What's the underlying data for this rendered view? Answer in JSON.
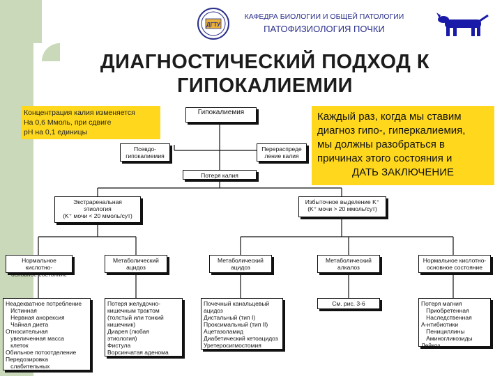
{
  "header": {
    "department": "КАФЕДРА БИОЛОГИИ И ОБЩЕЙ ПАТОЛОГИИ",
    "subtitle": "ПАТОФИЗИОЛОГИЯ ПОЧКИ",
    "logo_text": "ДГТУ"
  },
  "title": {
    "line1": "ДИАГНОСТИЧЕСКИЙ ПОДХОД К",
    "line2": "ГИПОКАЛИЕМИИ"
  },
  "note_left": [
    "Концентрация калия изменяется",
    "На 0,6 Ммоль, при сдвиге",
    "рН на 0,1 единицы"
  ],
  "note_right": [
    "Каждый раз, когда мы ставим",
    "диагноз гипо-, гиперкалиемия,",
    "мы должны разобраться в",
    "причинах этого состояния и",
    "ДАТЬ ЗАКЛЮЧЕНИЕ"
  ],
  "flowchart": {
    "root": "Гипокалиемия",
    "pseudo": [
      "Псевдо-",
      "гипокалиемия"
    ],
    "redistribution": [
      "Перераспреде",
      "ление калия"
    ],
    "loss": "Потеря калия",
    "extrarenal": [
      "Экстраренальная",
      "этиология",
      "(K⁺ мочи < 20 ммоль/сут)"
    ],
    "excess": [
      "Избыточное выделение K⁺",
      "(K⁺ мочи > 20 ммоль/сут)"
    ],
    "level3": [
      [
        "Нормальное кислотно-",
        "основное состояние"
      ],
      [
        "Метаболический",
        "ацидоз"
      ],
      [
        "Метаболический",
        "ацидоз"
      ],
      [
        "Метаболический",
        "алкалоз"
      ],
      [
        "Нормальное кислотно-",
        "основное состояние"
      ]
    ],
    "level4": [
      [
        "Неадекватное потребление",
        "   Истинная",
        "   Нервная анорексия",
        "   Чайная диета",
        "Относительная",
        "   увеличенная масса",
        "   клеток",
        "Обильное потоотделение",
        "Передозировка",
        "   слабительных"
      ],
      [
        "Потеря желудочно-",
        "кишечным трактом",
        "(толстый или тонкий",
        "кишечник)",
        "Диарея (любая",
        "этиология)",
        "Фистула",
        "Ворсинчатая аденома"
      ],
      [
        "Почечный канальцевый",
        "ацидоз",
        "Дистальный (тип I)",
        "Проксимальный (тип II)",
        "Ацетазоламид",
        "Диабетический кетоацидоз",
        "Уретеросигмостомия"
      ],
      [
        "См. рис. 3-6"
      ],
      [
        "Потеря магния",
        "   Приобретенная",
        "   Наследственная",
        "А-нтибиотики",
        "   Пенициллины",
        "   Аминогликозиды",
        "Лейкоз"
      ]
    ]
  },
  "colors": {
    "accent_green": "#c9d9b9",
    "note_yellow": "#ffd81e",
    "header_blue": "#2a2f8a",
    "dog_blue": "#1a1aa8"
  }
}
